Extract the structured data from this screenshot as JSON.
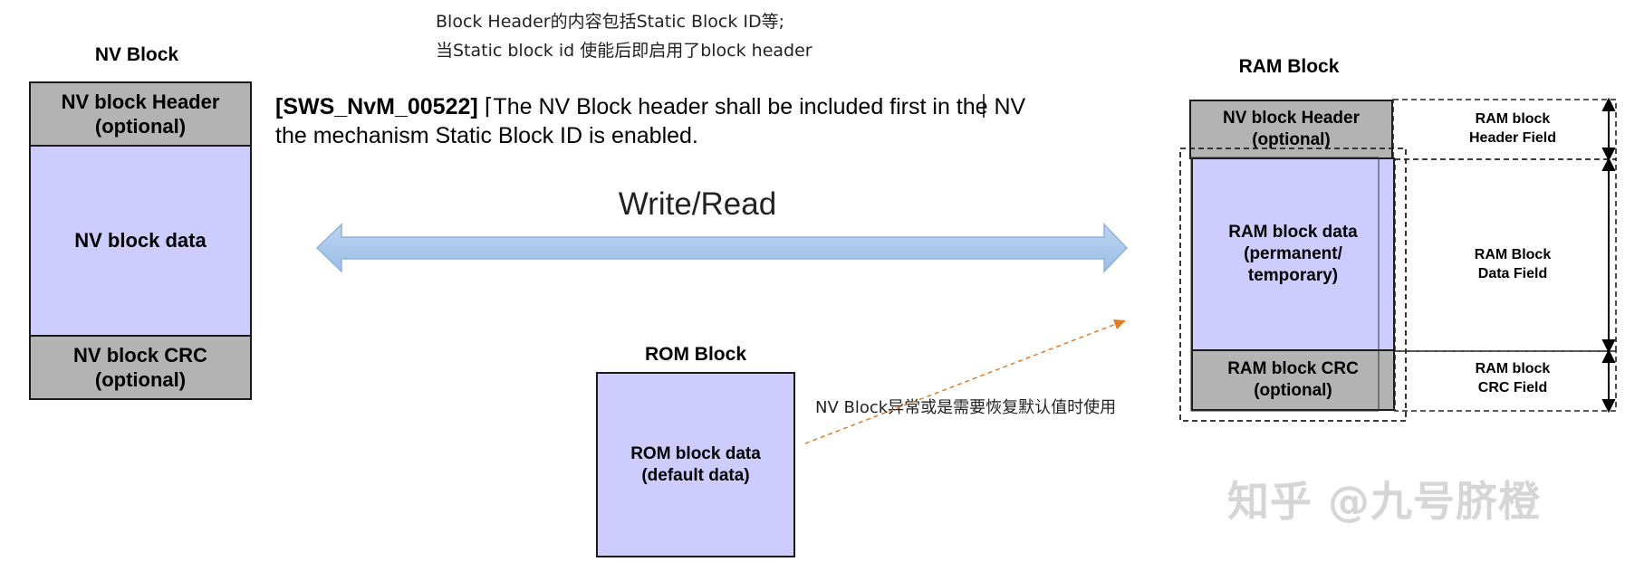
{
  "note_header": {
    "line1": "Block Header的内容包括Static Block ID等;",
    "line2": "当Static block id 使能后即启用了block header"
  },
  "requirement": {
    "id": "[SWS_NvM_00522]",
    "line1_rest": " ⌈The NV Block header shall be included first in the NV",
    "line2": "the mechanism Static Block ID is enabled."
  },
  "nv_block": {
    "title": "NV Block",
    "header": "NV block Header\n(optional)",
    "data": "NV block data",
    "crc": "NV block CRC\n(optional)"
  },
  "write_read": {
    "label": "Write/Read"
  },
  "rom_block": {
    "title": "ROM Block",
    "data": "ROM block data\n(default data)"
  },
  "rom_note": "NV Block异常或是需要恢复默认值时使用",
  "ram_block": {
    "title": "RAM Block",
    "header": "NV block Header\n(optional)",
    "data": "RAM block data\n(permanent/\ntemporary)",
    "crc": "RAM block CRC\n(optional)"
  },
  "fields": {
    "header": "RAM block\nHeader Field",
    "data": "RAM Block\nData Field",
    "crc": "RAM block\nCRC Field"
  },
  "watermark": "知乎 @九号脐橙",
  "colors": {
    "gray_fill": "#b3b3b3",
    "lavender_fill": "#ccccff",
    "arrow_fill": "#a9c8ec",
    "arrow_stroke": "#8fb2dc",
    "dashed_orange": "#e07b2a"
  }
}
